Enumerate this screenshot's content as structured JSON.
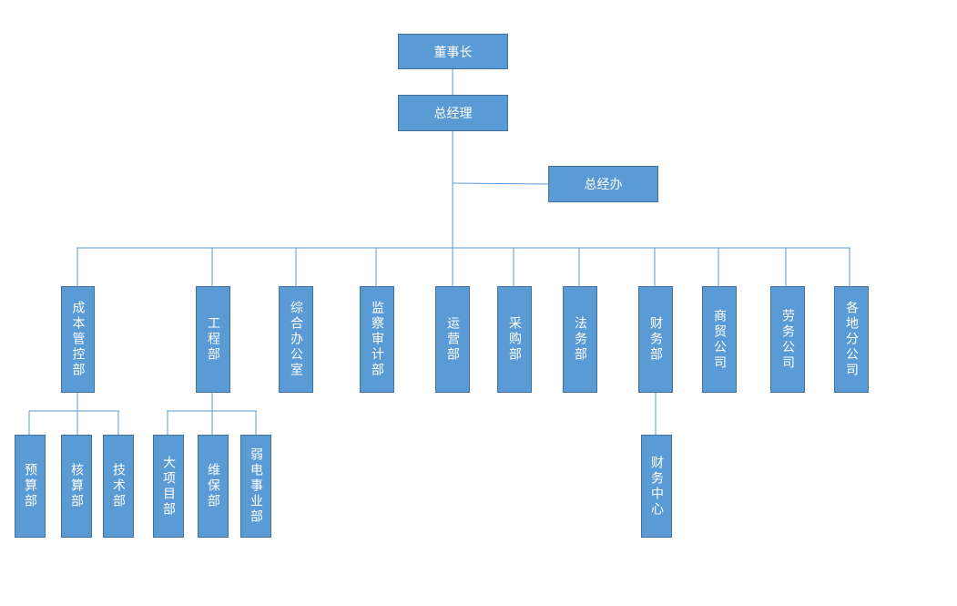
{
  "nodes": {
    "chairman": "董事长",
    "gm": "总经理",
    "gm_office": "总经办",
    "cost_control": "成本管控部",
    "engineering": "工程部",
    "admin_office": "综合办公室",
    "audit": "监察审计部",
    "operations": "运营部",
    "procurement": "采购部",
    "legal": "法务部",
    "finance": "财务部",
    "trade_company": "商贸公司",
    "labor_company": "劳务公司",
    "branch_companies": "各地分公司",
    "budget": "预算部",
    "accounting": "核算部",
    "technical": "技术部",
    "major_projects": "大项目部",
    "maintenance": "维保部",
    "low_voltage": "弱电事业部",
    "finance_center": "财务中心"
  },
  "colors": {
    "box_fill": "#5b9bd5",
    "box_border": "#41719c",
    "connector": "#5b9bd5",
    "text": "#ffffff"
  }
}
